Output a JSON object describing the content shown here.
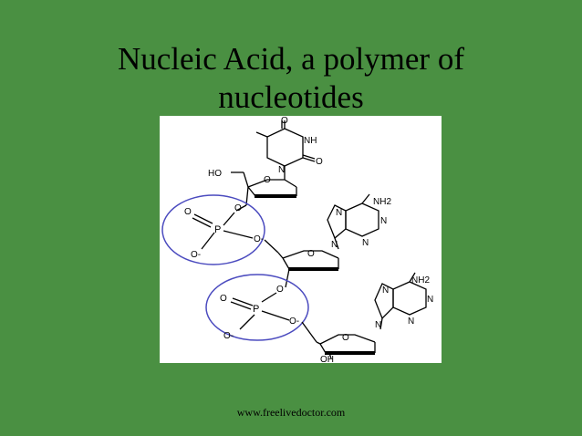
{
  "slide": {
    "title_line1": "Nucleic Acid, a polymer of",
    "title_line2": "nucleotides",
    "footer": "www.freelivedoctor.com"
  },
  "diagram": {
    "labels": {
      "ho": "HO",
      "oh": "OH",
      "nh": "NH",
      "nh2": "NH2",
      "o": "O",
      "o_minus": "O-",
      "p": "P",
      "n": "N"
    },
    "colors": {
      "background": "#4a9042",
      "phosphate_circle": "#4b4bbf",
      "bond": "#000000"
    }
  }
}
